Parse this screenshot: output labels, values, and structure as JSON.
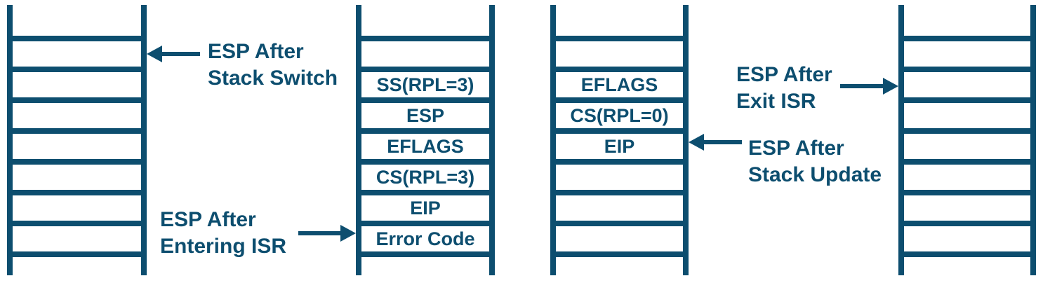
{
  "colors": {
    "ink": "#0d4e6f",
    "background": "#ffffff"
  },
  "diagram": {
    "stacks": [
      {
        "id": "stack-1",
        "cells": [
          "",
          "",
          "",
          "",
          "",
          "",
          ""
        ]
      },
      {
        "id": "stack-2",
        "cells": [
          "",
          "SS(RPL=3)",
          "ESP",
          "EFLAGS",
          "CS(RPL=3)",
          "EIP",
          "Error Code"
        ]
      },
      {
        "id": "stack-3",
        "cells": [
          "",
          "EFLAGS",
          "CS(RPL=0)",
          "EIP",
          "",
          "",
          ""
        ]
      },
      {
        "id": "stack-4",
        "cells": [
          "",
          "",
          "",
          "",
          "",
          "",
          ""
        ]
      }
    ],
    "callouts": {
      "stack_switch": {
        "line1": "ESP After",
        "line2": "Stack Switch"
      },
      "entering_isr": {
        "line1": "ESP After",
        "line2": "Entering ISR"
      },
      "exit_isr": {
        "line1": "ESP After",
        "line2": "Exit ISR"
      },
      "stack_update": {
        "line1": "ESP After",
        "line2": "Stack Update"
      }
    }
  }
}
